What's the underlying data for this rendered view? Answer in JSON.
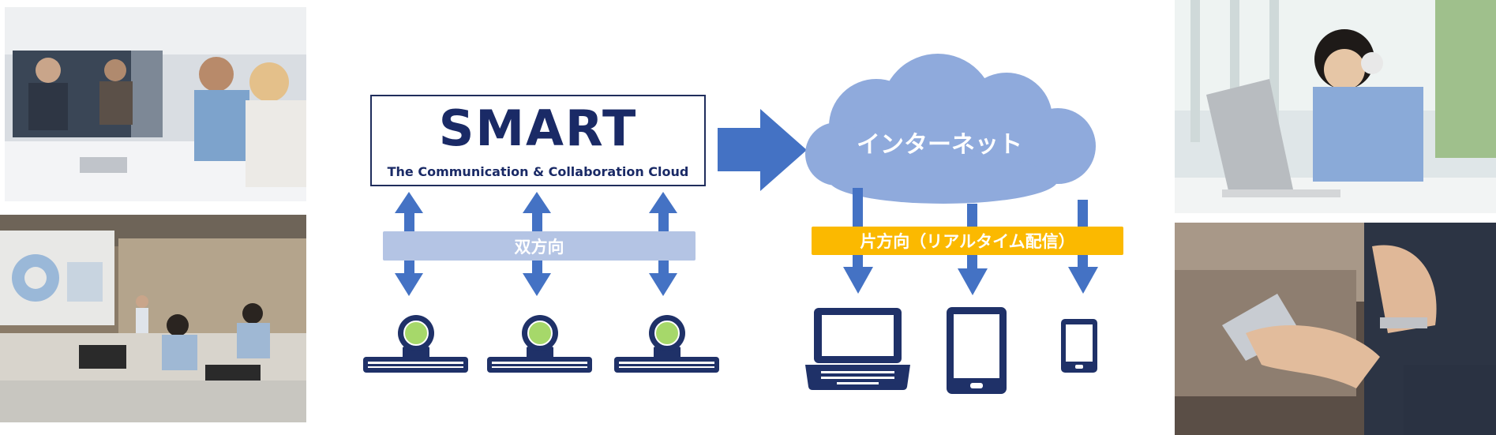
{
  "smart": {
    "title": "SMART",
    "subtitle": "The Communication & Collaboration Cloud"
  },
  "bidirectional_label": "双方向",
  "internet_label": "インターネット",
  "oneway_label": "片方向（リアルタイム配信）",
  "colors": {
    "navy": "#1a2a66",
    "arrow_blue": "#4472c4",
    "cloud_blue": "#8faadc",
    "bar_blue": "#b4c4e4",
    "bar_yellow": "#fbb900",
    "device_navy": "#1f3168",
    "lens_green": "#a6d86a"
  },
  "icons": {
    "left_endpoints": [
      "video-conference-terminal-icon",
      "video-conference-terminal-icon",
      "video-conference-terminal-icon"
    ],
    "right_devices": [
      "laptop-icon",
      "tablet-icon",
      "smartphone-icon"
    ]
  }
}
